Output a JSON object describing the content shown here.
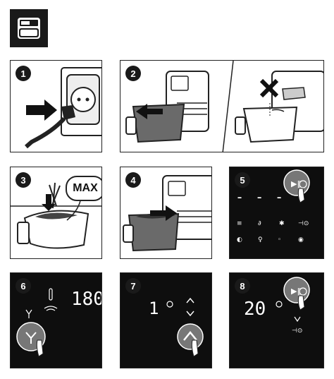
{
  "steps": [
    {
      "number": "1"
    },
    {
      "number": "2"
    },
    {
      "number": "3",
      "label": "MAX"
    },
    {
      "number": "4"
    },
    {
      "number": "5",
      "display": "- - -"
    },
    {
      "number": "6",
      "display": "180"
    },
    {
      "number": "7",
      "display": "1"
    },
    {
      "number": "8",
      "display": "20"
    }
  ]
}
